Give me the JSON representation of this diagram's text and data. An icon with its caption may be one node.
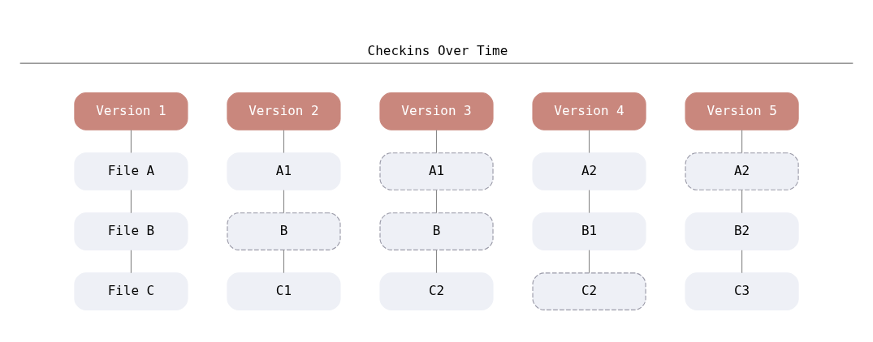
{
  "diagram": {
    "nodes": [
      {
        "text": [
          "Version 1"
        ]
      },
      {
        "text": [
          "File A"
        ]
      },
      {
        "text": [
          "File B"
        ]
      },
      {
        "text": [
          "File C"
        ]
      },
      {
        "text": [
          "Version 2"
        ]
      },
      {
        "text": [
          "A1"
        ]
      },
      {
        "text": [
          "B"
        ]
      },
      {
        "text": [
          "C1"
        ]
      },
      {
        "text": [
          "Version 3"
        ]
      },
      {
        "text": [
          "A1"
        ]
      },
      {
        "text": [
          "B"
        ]
      },
      {
        "text": [
          "C2"
        ]
      },
      {
        "text": [
          "Version 4"
        ]
      },
      {
        "text": [
          "A2"
        ]
      },
      {
        "text": [
          "B1"
        ]
      },
      {
        "text": [
          "C2"
        ]
      },
      {
        "text": [
          "Version 5"
        ]
      },
      {
        "text": [
          "A2"
        ]
      },
      {
        "text": [
          "B2"
        ]
      },
      {
        "text": [
          "C3"
        ]
      }
    ],
    "edges": [
      {
        "from": 0,
        "to": 1,
        "arrow": "none"
      },
      {
        "from": 1,
        "to": 2,
        "arrow": "none"
      },
      {
        "from": 2,
        "to": 3,
        "arrow": "none"
      },
      {
        "from": 4,
        "to": 5,
        "arrow": "none"
      },
      {
        "from": 5,
        "to": 6,
        "arrow": "none"
      },
      {
        "from": 6,
        "to": 7,
        "arrow": "none"
      },
      {
        "from": 8,
        "to": 9,
        "arrow": "none"
      },
      {
        "from": 9,
        "to": 10,
        "arrow": "none"
      },
      {
        "from": 10,
        "to": 11,
        "arrow": "none"
      },
      {
        "from": 12,
        "to": 13,
        "arrow": "none"
      },
      {
        "from": 13,
        "to": 14,
        "arrow": "none"
      },
      {
        "from": 14,
        "to": 15,
        "arrow": "none"
      },
      {
        "from": 16,
        "to": 17,
        "arrow": "none"
      },
      {
        "from": 17,
        "to": 18,
        "arrow": "none"
      },
      {
        "from": 18,
        "to": 19,
        "arrow": "none"
      }
    ],
    "labels": [
      "Checkins Over Time"
    ]
  }
}
